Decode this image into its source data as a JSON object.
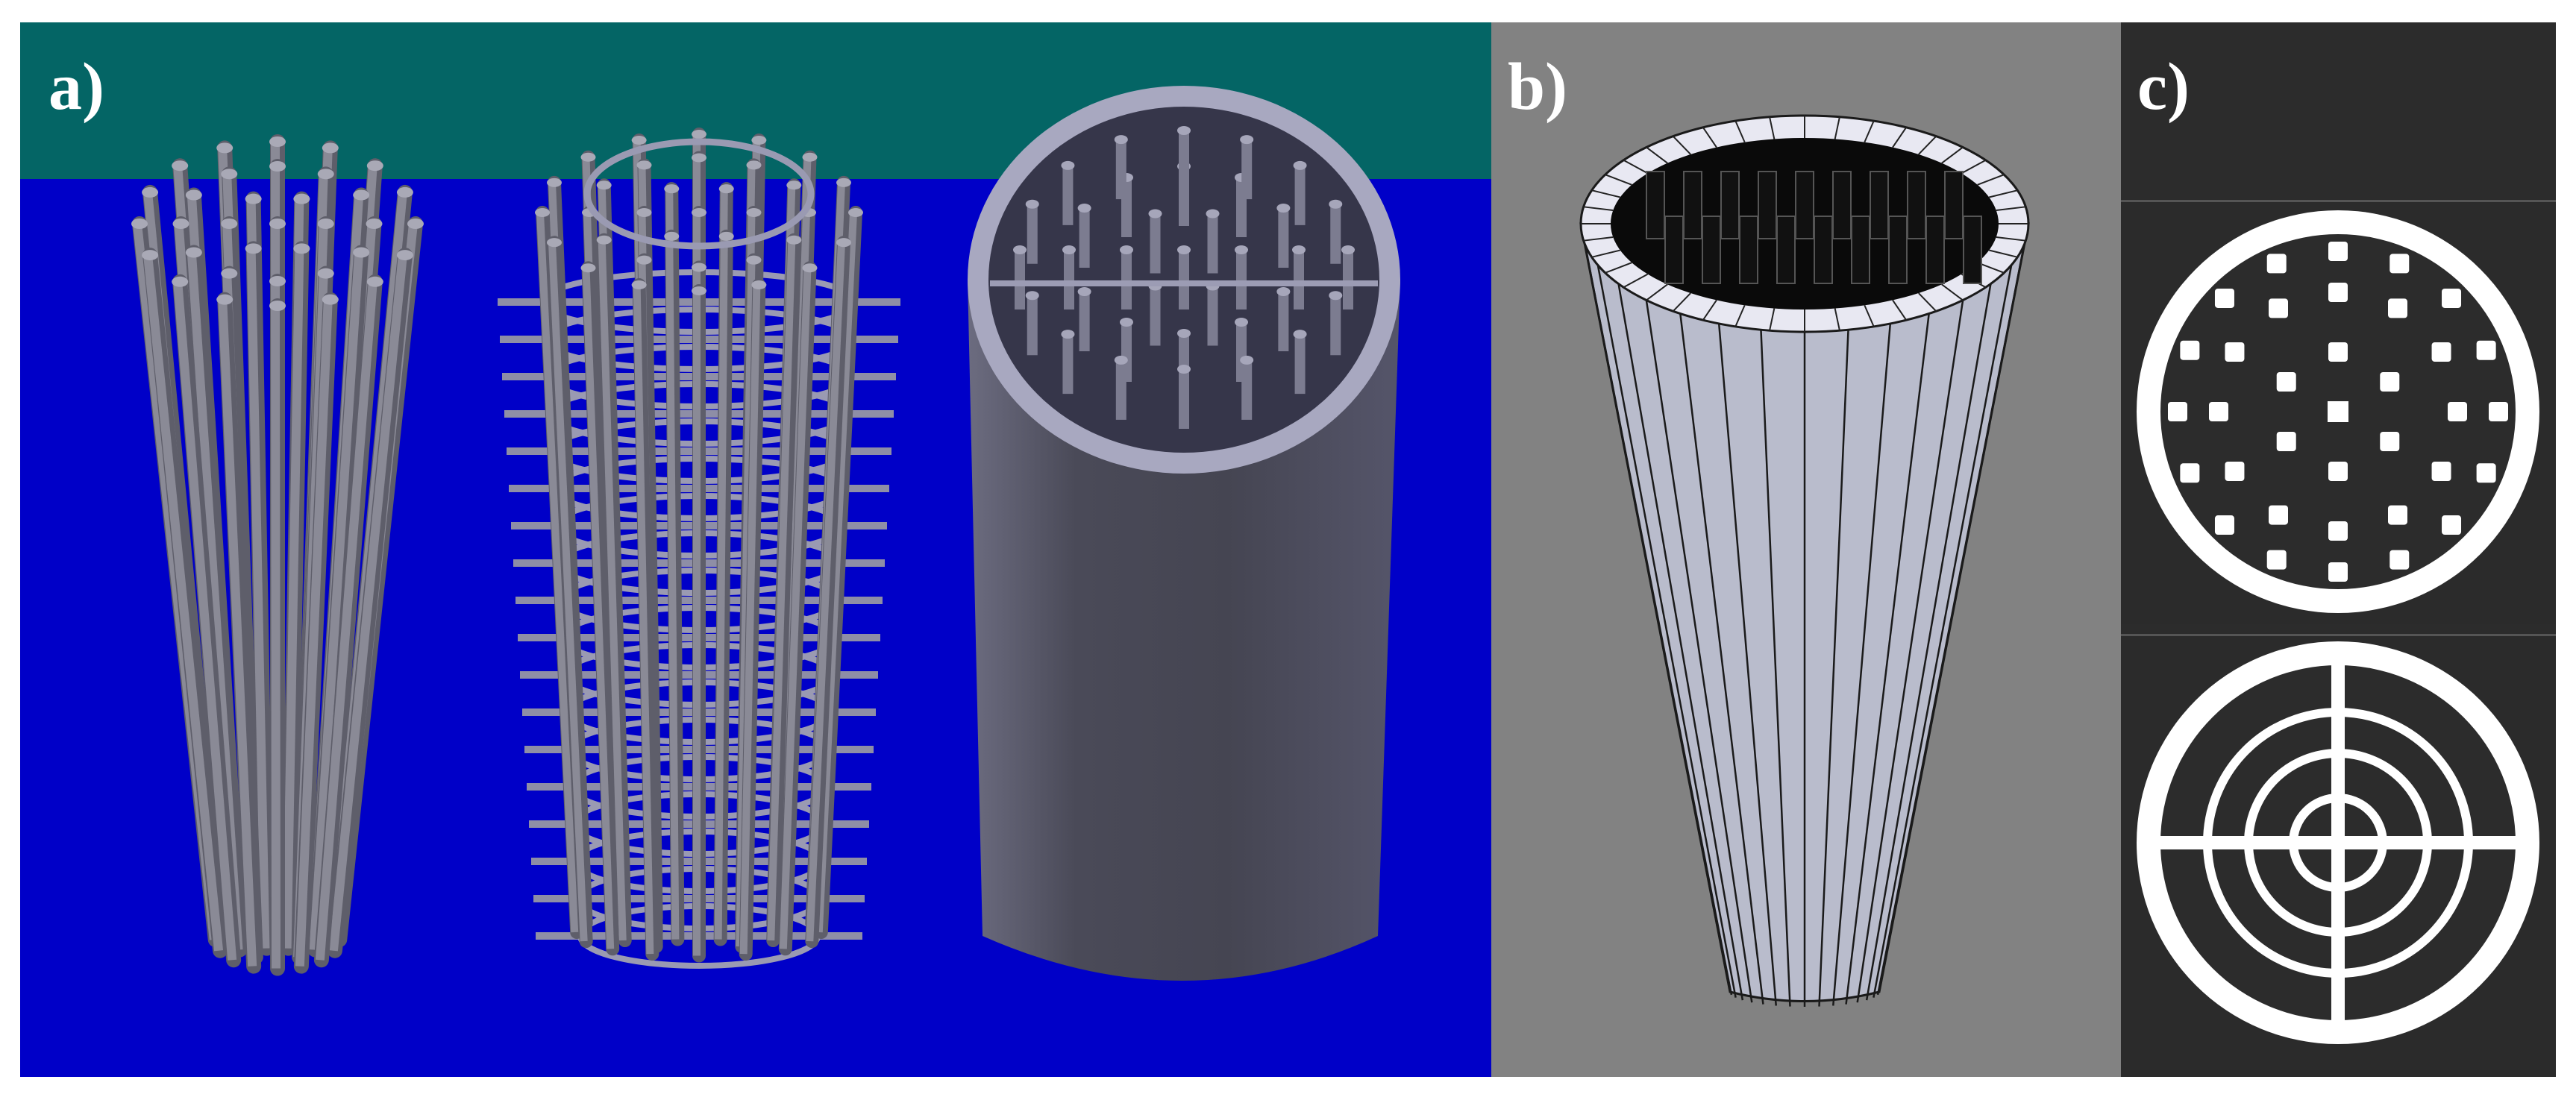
{
  "figure": {
    "panels": [
      {
        "id": "a",
        "label": "a)",
        "background": "#0000c8",
        "band_color": "#046565"
      },
      {
        "id": "b",
        "label": "b)",
        "background": "#828282"
      },
      {
        "id": "c",
        "label": "c)",
        "background": "#2c2c2c"
      }
    ]
  },
  "colors": {
    "rod": "#8a8a96",
    "rod_dark": "#5e5e6a",
    "tube": "#5a5a6a",
    "tube_rim": "#a8a8c0",
    "cone": "#b9bccc",
    "cone_line": "#1a1a1a",
    "section_white": "#ffffff",
    "section_dark": "#2c2c2c"
  },
  "icons": [
    "rod-bundle-model",
    "rod-cage-model",
    "tube-model",
    "cone-mesh-model",
    "cross-section-dots",
    "cross-section-rings"
  ]
}
